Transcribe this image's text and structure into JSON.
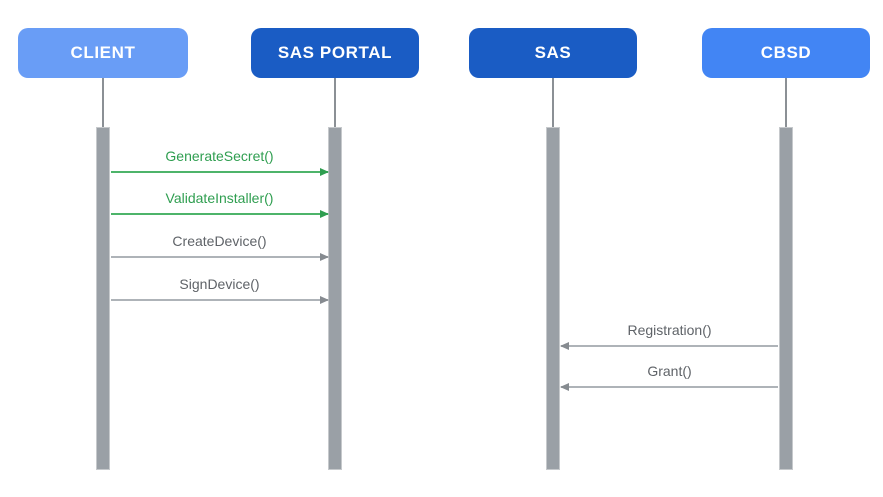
{
  "diagram": {
    "type": "sequence-diagram",
    "background": "#ffffff",
    "colors": {
      "actor_light_blue": "#699df6",
      "actor_dark_blue": "#1a5cc4",
      "actor_medium_blue": "#4285f4",
      "message_green": "#2f9e50",
      "message_gray": "#5f6368",
      "lifeline_gray": "#9aa0a6"
    },
    "actors": [
      {
        "label": "CLIENT",
        "color": "#699df6"
      },
      {
        "label": "SAS PORTAL",
        "color": "#1a5cc4"
      },
      {
        "label": "SAS",
        "color": "#1a5cc4"
      },
      {
        "label": "CBSD",
        "color": "#4285f4"
      }
    ],
    "messages": [
      {
        "label": "GenerateSecret()",
        "from": "CLIENT",
        "to": "SAS PORTAL",
        "direction": "right",
        "color": "#2f9e50"
      },
      {
        "label": "ValidateInstaller()",
        "from": "CLIENT",
        "to": "SAS PORTAL",
        "direction": "right",
        "color": "#2f9e50"
      },
      {
        "label": "CreateDevice()",
        "from": "CLIENT",
        "to": "SAS PORTAL",
        "direction": "right",
        "color": "#5f6368"
      },
      {
        "label": "SignDevice()",
        "from": "CLIENT",
        "to": "SAS PORTAL",
        "direction": "right",
        "color": "#5f6368"
      },
      {
        "label": "Registration()",
        "from": "CBSD",
        "to": "SAS",
        "direction": "left",
        "color": "#5f6368"
      },
      {
        "label": "Grant()",
        "from": "CBSD",
        "to": "SAS",
        "direction": "left",
        "color": "#5f6368"
      }
    ]
  }
}
